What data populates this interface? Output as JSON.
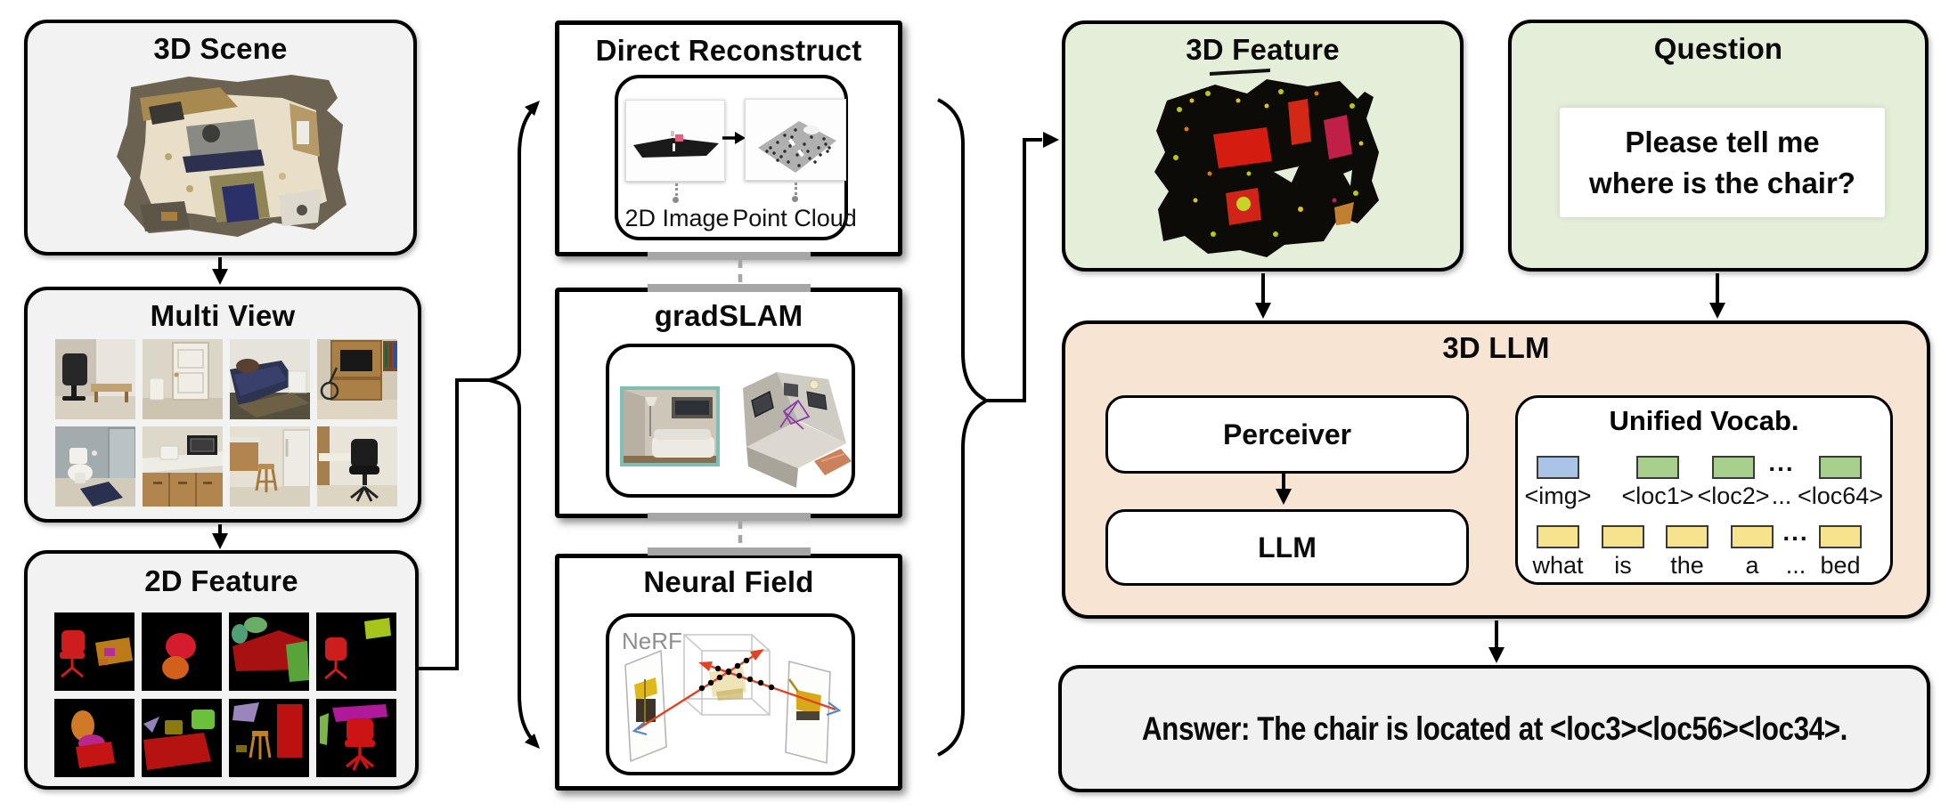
{
  "left": {
    "scene": {
      "title": "3D Scene"
    },
    "multi_view": {
      "title": "Multi View"
    },
    "feature2d": {
      "title": "2D Feature"
    }
  },
  "middle": {
    "direct": {
      "title": "Direct Reconstruct",
      "label_2d_image": "2D Image",
      "label_point_cloud": "Point Cloud"
    },
    "gradslam": {
      "title": "gradSLAM"
    },
    "neural": {
      "title": "Neural Field",
      "nerf_label": "NeRF"
    }
  },
  "right": {
    "feature3d": {
      "title": "3D Feature"
    },
    "question": {
      "title": "Question",
      "line1": "Please tell me",
      "line2": "where is the chair?"
    },
    "llm": {
      "title": "3D LLM",
      "perceiver": "Perceiver",
      "llm": "LLM",
      "vocab": {
        "title": "Unified Vocab.",
        "row1": [
          {
            "label": "<img>"
          },
          {
            "label": "<loc1>"
          },
          {
            "label": "<loc2>"
          },
          {
            "label": "..."
          },
          {
            "label": "<loc64>"
          }
        ],
        "row2": [
          {
            "label": "what"
          },
          {
            "label": "is"
          },
          {
            "label": "the"
          },
          {
            "label": "a"
          },
          {
            "label": "..."
          },
          {
            "label": "bed"
          }
        ]
      }
    },
    "answer": {
      "text": "Answer: The chair is located at <loc3><loc56><loc34>."
    }
  },
  "colors": {
    "panel_gray": "#f2f2f2",
    "panel_green": "#e4eed9",
    "panel_peach": "#f8e4d3",
    "panel_white": "#ffffff",
    "border_black": "#000000",
    "connector_gray": "#a6a6a6",
    "token_blue": "#a9c4e6",
    "token_green": "#a8d08d",
    "token_yellow": "#f7e28e"
  }
}
